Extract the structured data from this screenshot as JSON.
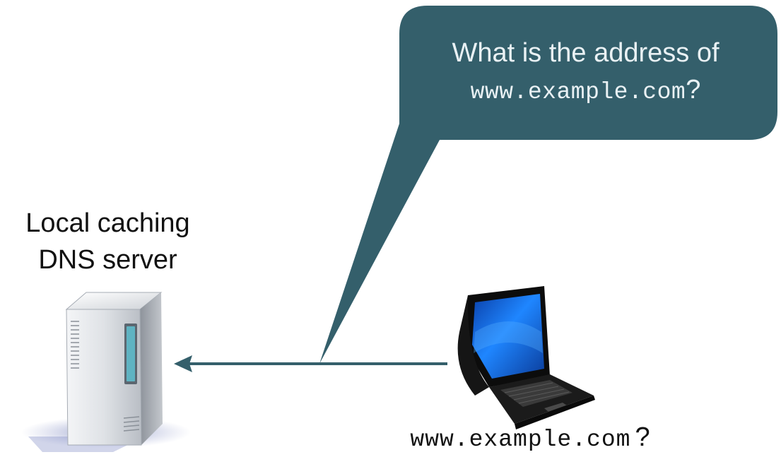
{
  "bubble": {
    "line1": "What is the address of",
    "line2_domain": "www.example.com",
    "line2_suffix": "?"
  },
  "server": {
    "label_line1": "Local caching",
    "label_line2": "DNS server",
    "icon": "server-tower-icon"
  },
  "client": {
    "icon": "laptop-icon",
    "query_domain": "www.example.com",
    "query_suffix": "?"
  },
  "colors": {
    "bubble": "#345f6b",
    "arrow": "#345f6b",
    "screen": "#1a6fe0"
  }
}
